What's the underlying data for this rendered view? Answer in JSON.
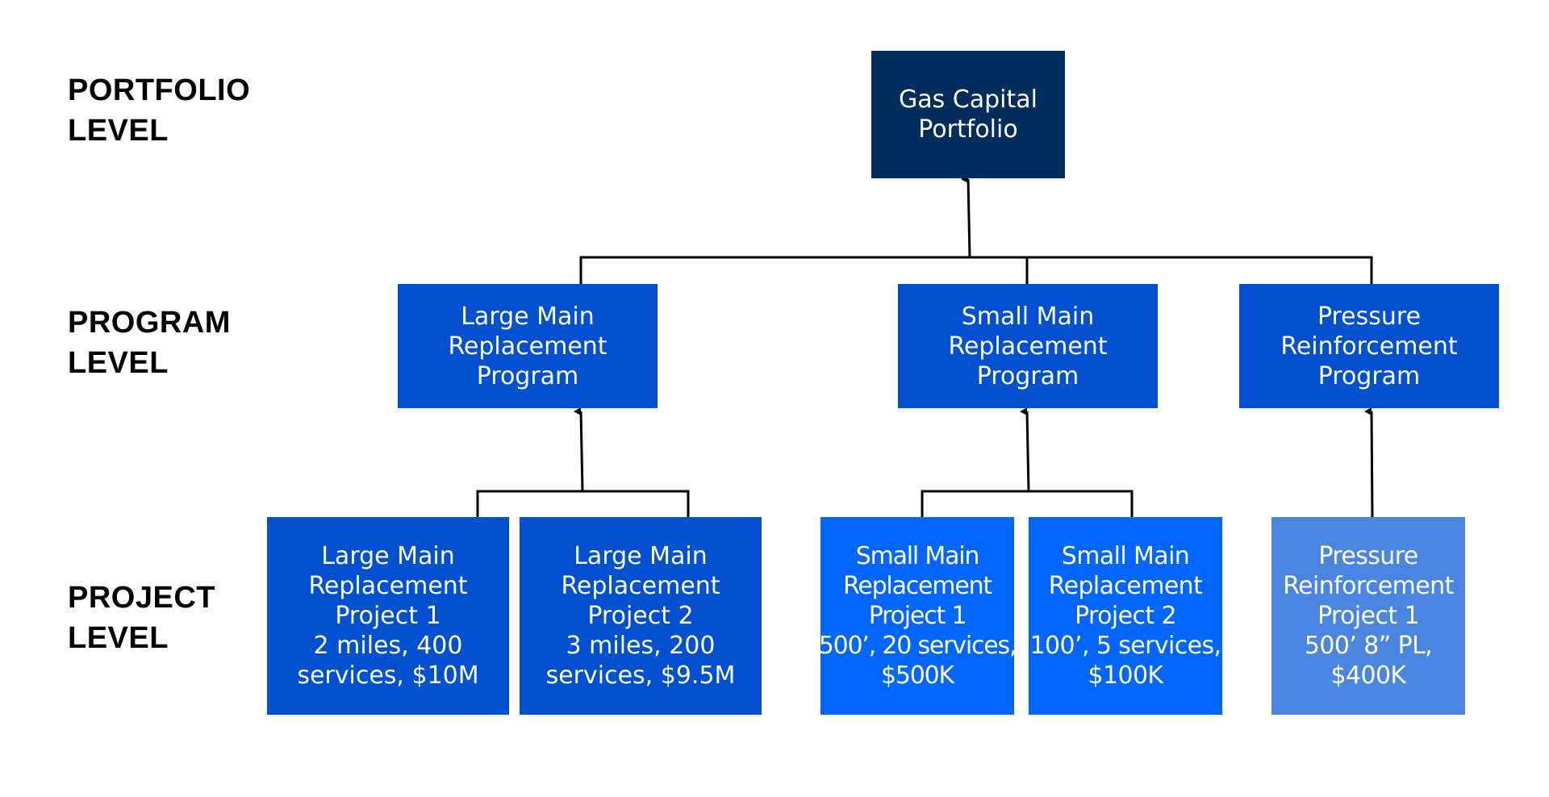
{
  "levels": {
    "portfolio": [
      "PORTFOLIO",
      "LEVEL"
    ],
    "program": [
      "PROGRAM",
      "LEVEL"
    ],
    "project": [
      "PROJECT",
      "LEVEL"
    ]
  },
  "portfolio": {
    "lines": [
      "Gas Capital",
      "Portfolio"
    ],
    "color": "#002D5B"
  },
  "programs": [
    {
      "lines": [
        "Large Main",
        "Replacement",
        "Program"
      ],
      "color": "#0050D0"
    },
    {
      "lines": [
        "Small Main",
        "Replacement",
        "Program"
      ],
      "color": "#0050D0"
    },
    {
      "lines": [
        "Pressure",
        "Reinforcement",
        "Program"
      ],
      "color": "#0050D0"
    }
  ],
  "projects": [
    {
      "lines": [
        "Large Main",
        "Replacement",
        "Project 1",
        "2 miles, 400",
        "services, $10M"
      ],
      "color": "#0050D0"
    },
    {
      "lines": [
        "Large Main",
        "Replacement",
        "Project 2",
        "3 miles, 200",
        "services, $9.5M"
      ],
      "color": "#0050D0"
    },
    {
      "lines": [
        "Small Main",
        "Replacement",
        "Project 1",
        "500’, 20 services,",
        "$500K"
      ],
      "color": "#0066FF"
    },
    {
      "lines": [
        "Small Main",
        "Replacement",
        "Project 2",
        "100’, 5 services,",
        "$100K"
      ],
      "color": "#0066FF"
    },
    {
      "lines": [
        "Pressure",
        "Reinforcement",
        "Project 1",
        "500’ 8” PL,",
        "$400K"
      ],
      "color": "#4A86E0"
    }
  ]
}
